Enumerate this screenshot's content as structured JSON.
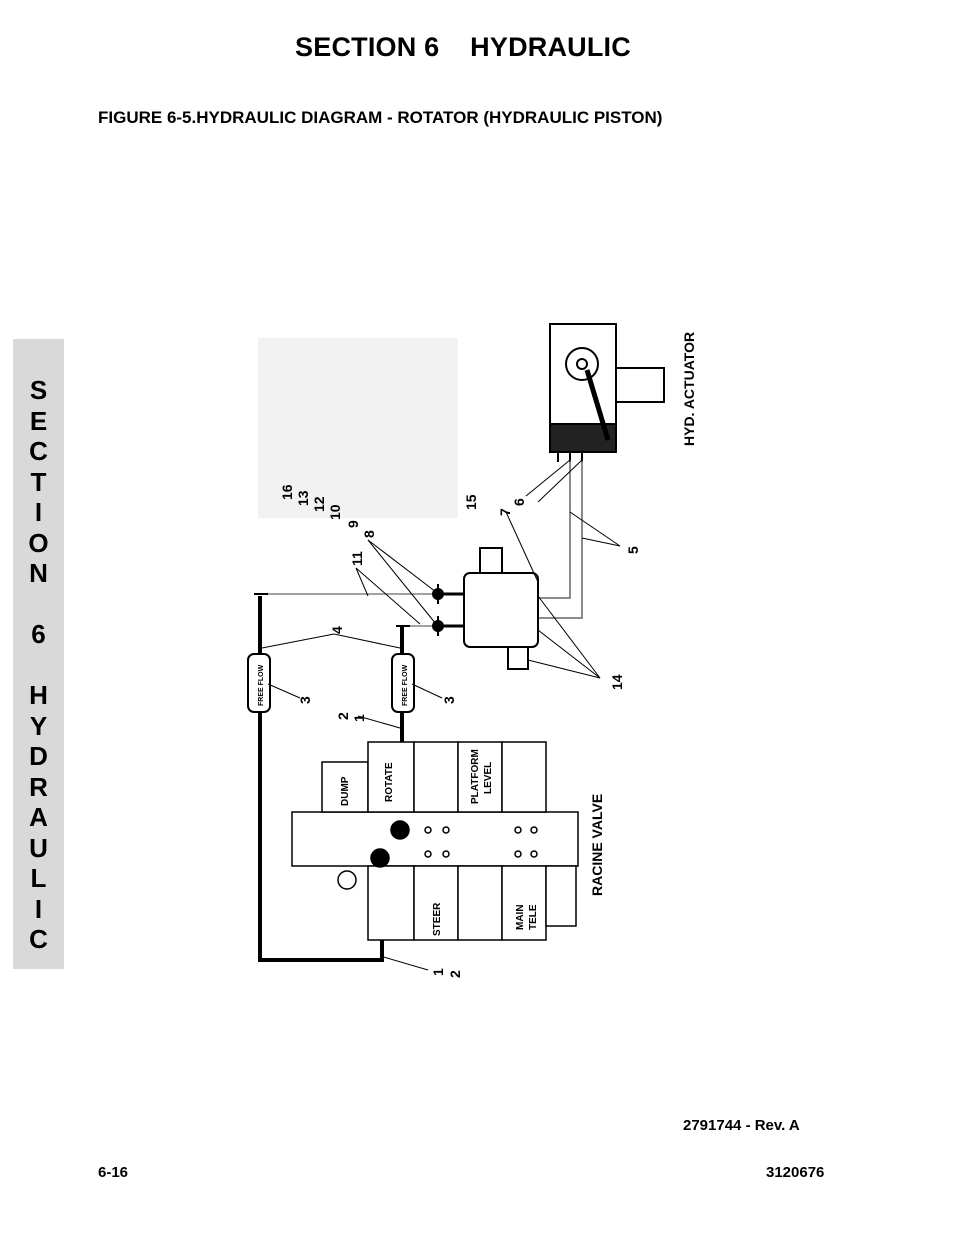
{
  "header": {
    "section_title": "SECTION 6    HYDRAULIC",
    "figure_title": "FIGURE 6-5.HYDRAULIC DIAGRAM - ROTATOR (HYDRAULIC PISTON)"
  },
  "side_tab": {
    "letters": [
      "S",
      "E",
      "C",
      "T",
      "I",
      "O",
      "N",
      " ",
      "6",
      " ",
      "H",
      "Y",
      "D",
      "R",
      "A",
      "U",
      "L",
      "I",
      "C"
    ]
  },
  "diagram": {
    "labels": {
      "hyd_actuator": "HYD. ACTUATOR",
      "racine_valve": "RACINE VALVE",
      "dump": "DUMP",
      "rotate": "ROTATE",
      "platform": "PLATFORM",
      "level": "LEVEL",
      "steer": "STEER",
      "main": "MAIN",
      "tele": "TELE",
      "free_flow": "FREE FLOW"
    },
    "callouts": {
      "n16": "16",
      "n13": "13",
      "n12": "12",
      "n10": "10",
      "n9": "9",
      "n8": "8",
      "n11": "11",
      "n15": "15",
      "n7": "7",
      "n6": "6",
      "n5": "5",
      "n4": "4",
      "n14": "14",
      "n3a": "3",
      "n3b": "3",
      "n2a": "2",
      "n1a": "1",
      "n1b": "1",
      "n2b": "2"
    }
  },
  "footer": {
    "revision": "2791744 - Rev. A",
    "page_number": "6-16",
    "doc_number": "3120676"
  }
}
